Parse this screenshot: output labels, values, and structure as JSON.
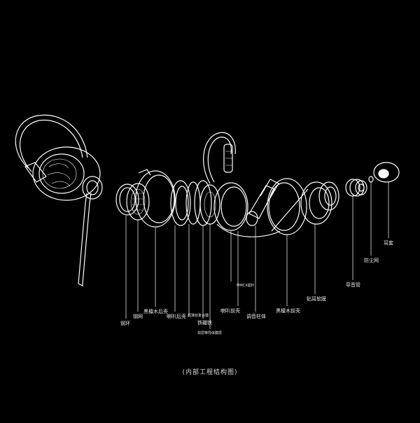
{
  "caption": "(内部工程结构图)",
  "labels": {
    "gangquan": "钢环",
    "gangwang": "钢网",
    "heitan_houke": "黑檀木后壳",
    "laba_houke": "喇叭后壳",
    "chaoboshuangtiedanmo": "超薄双复合膜",
    "tiepengtie": "铁硼铁",
    "shuangyuan_daoti": "双层带导体膜层",
    "mmcx": "MMCX插针",
    "laba_qianke": "喇叭前壳",
    "tiaoyin_zhuti": "调音柱体",
    "heitan_qianke": "黑檀木前壳",
    "tie_erkang": "贴耳软膜",
    "daoyinguan": "导音管",
    "fangchenwang": "防尘网",
    "ertao": "耳套"
  },
  "colors": {
    "background": "#000000",
    "line": "#ffffff"
  }
}
